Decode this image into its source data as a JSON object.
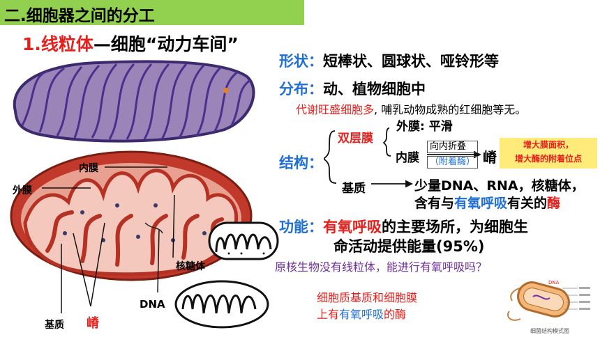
{
  "header": {
    "title": "二.细胞器之间的分工"
  },
  "section": {
    "title_red": "1.线粒体",
    "title_rest": "—细胞“动力车间”"
  },
  "shape": {
    "label": "形状：",
    "text": "短棒状、圆球状、哑铃形等"
  },
  "distribution": {
    "label": "分布：",
    "text": "动、植物细胞中",
    "note_red": "代谢旺盛细胞多",
    "note_rest": ", 哺乳动物成熟的红细胞等无。"
  },
  "structure": {
    "label": "结构：",
    "double_membrane": "双层膜",
    "outer_membrane": "外膜: 平滑",
    "inner_membrane": "内膜",
    "fold_text": "向内折叠",
    "enzyme_text": "（附着酶）",
    "cristae": "嵴",
    "highlight_line1": "增大膜面积，",
    "highlight_line2": "增大酶的附着位点",
    "matrix": "基质",
    "matrix_content_line1": "少量DNA、RNA，核糖体，",
    "matrix_content_line2a": "含有与",
    "matrix_content_line2b": "有氧呼吸",
    "matrix_content_line2c": "有关的",
    "matrix_content_line2d": "酶"
  },
  "function": {
    "label": "功能：",
    "line1_red": "有氧呼吸",
    "line1_rest": "的主要场所，为细胞生",
    "line2": "命活动提供能量(95%)"
  },
  "question": "原核生物没有线粒体，能进行有氧呼吸吗？",
  "answer": {
    "line1": "细胞质基质和细胞膜",
    "line2a": "上有",
    "line2b": "有氧呼吸",
    "line2c": "的酶"
  },
  "diagram_labels": {
    "inner_membrane": "内膜",
    "outer_membrane": "外膜",
    "ribosome": "核糖体",
    "dna": "DNA",
    "matrix": "基质",
    "cristae": "嵴"
  },
  "bacteria": {
    "dna": "DNA",
    "caption": "细菌结构模式图"
  },
  "colors": {
    "header_bg": "#92d050",
    "red": "#e8201c",
    "blue": "#1f6fd6",
    "purple": "#7030a0",
    "highlight_bg": "#ffeb7a"
  }
}
